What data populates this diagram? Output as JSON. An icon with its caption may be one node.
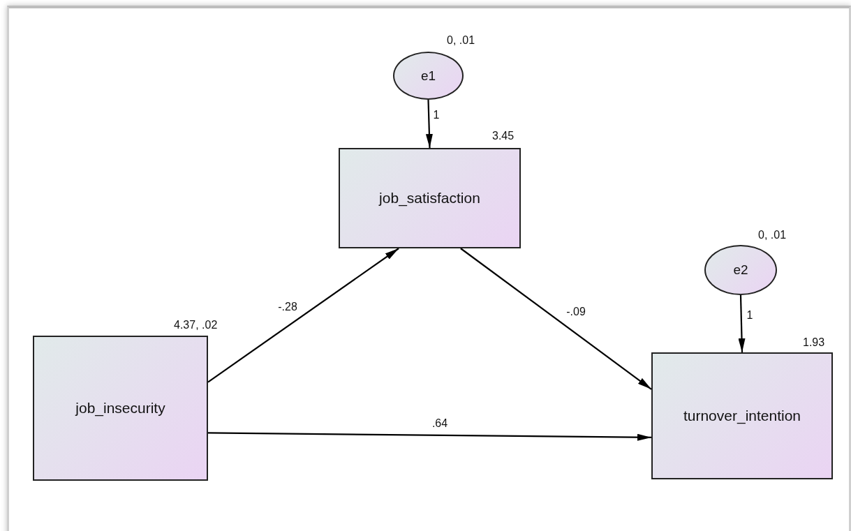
{
  "diagram": {
    "nodes": [
      {
        "text": [
          "e1"
        ],
        "beside": [
          "0, .01"
        ]
      },
      {
        "text": [
          "job_satisfaction"
        ],
        "beside": [
          "3.45"
        ]
      },
      {
        "text": [
          "e2"
        ],
        "beside": [
          "0, .01"
        ]
      },
      {
        "text": [
          "job_insecurity"
        ],
        "beside": [
          "4.37, .02"
        ]
      },
      {
        "text": [
          "turnover_intention"
        ],
        "beside": [
          "1.93"
        ]
      }
    ],
    "edges": [
      {
        "from": 0,
        "to": 1,
        "arrow": "to",
        "label": "1"
      },
      {
        "from": 3,
        "to": 1,
        "arrow": "to",
        "label": "-.28"
      },
      {
        "from": 1,
        "to": 4,
        "arrow": "to",
        "label": "-.09"
      },
      {
        "from": 2,
        "to": 4,
        "arrow": "to",
        "label": "1"
      },
      {
        "from": 3,
        "to": 4,
        "arrow": "to",
        "label": ".64"
      }
    ]
  }
}
